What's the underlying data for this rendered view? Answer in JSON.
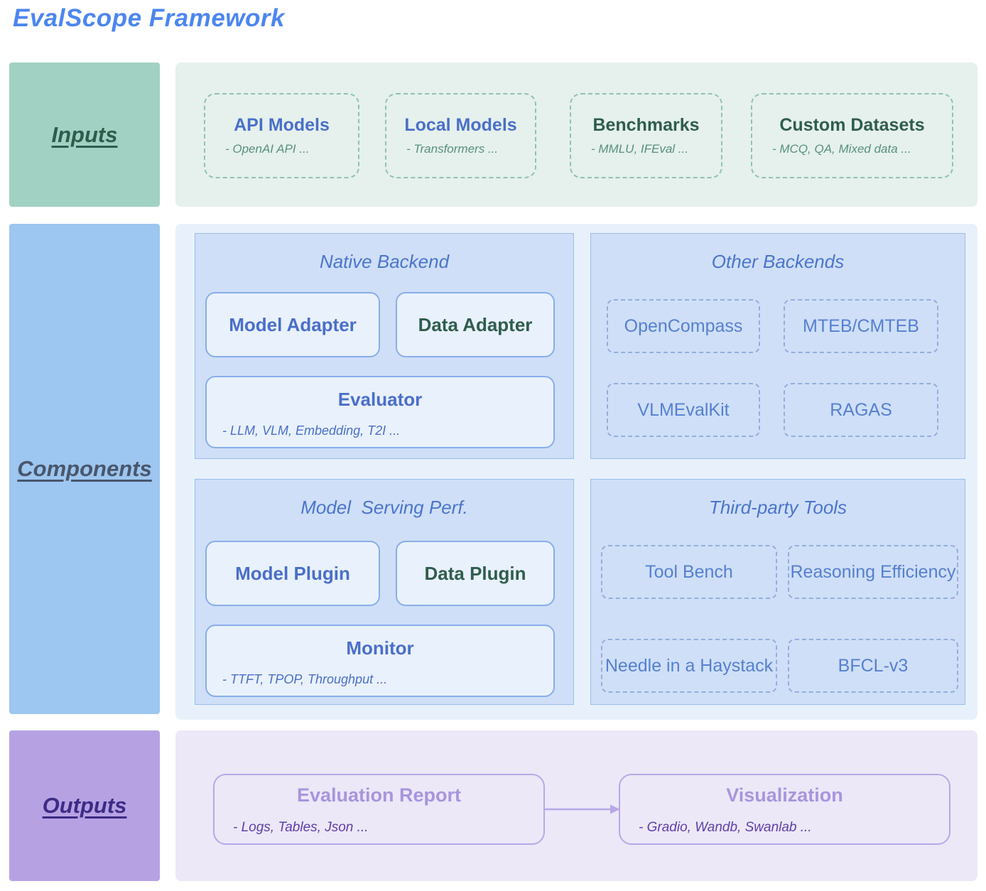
{
  "title": "EvalScope Framework",
  "inputs": {
    "label": "Inputs",
    "cards": [
      {
        "title": "API Models",
        "subtitle": "- OpenAI API ..."
      },
      {
        "title": "Local Models",
        "subtitle": "- Transformers ..."
      },
      {
        "title": "Benchmarks",
        "subtitle": "- MMLU, IFEval ..."
      },
      {
        "title": "Custom Datasets",
        "subtitle": "- MCQ, QA, Mixed data ..."
      }
    ]
  },
  "components": {
    "label": "Components",
    "native": {
      "title": "Native Backend",
      "model_adapter": "Model Adapter",
      "data_adapter": "Data Adapter",
      "evaluator": "Evaluator",
      "evaluator_subtitle": "- LLM, VLM, Embedding, T2I ..."
    },
    "other": {
      "title": "Other Backends",
      "items": [
        "OpenCompass",
        "MTEB/CMTEB",
        "VLMEvalKit",
        "RAGAS"
      ]
    },
    "serving": {
      "title": "Model  Serving Perf.",
      "model_plugin": "Model Plugin",
      "data_plugin": "Data Plugin",
      "monitor": "Monitor",
      "monitor_subtitle": "- TTFT, TPOP, Throughput ..."
    },
    "thirdparty": {
      "title": "Third-party Tools",
      "items": [
        "Tool Bench",
        "Reasoning Efficiency",
        "Needle in a Haystack",
        "BFCL-v3"
      ]
    }
  },
  "outputs": {
    "label": "Outputs",
    "report": {
      "title": "Evaluation Report",
      "subtitle": "- Logs, Tables, Json ..."
    },
    "visualization": {
      "title": "Visualization",
      "subtitle": "- Gradio, Wandb, Swanlab ..."
    }
  },
  "colors": {
    "title_blue": "#4c86f0",
    "inputs_sidebar": "#a1d1c2",
    "components_sidebar": "#9dc6f0",
    "outputs_sidebar": "#b6a2e3",
    "blue_text": "#4a6fc9",
    "dark_green_text": "#2f5d4d",
    "green_subtitle": "#55917c",
    "purple_title": "#a795dd",
    "purple_subtitle": "#5d40a9",
    "arrow": "#b8a8e7"
  }
}
